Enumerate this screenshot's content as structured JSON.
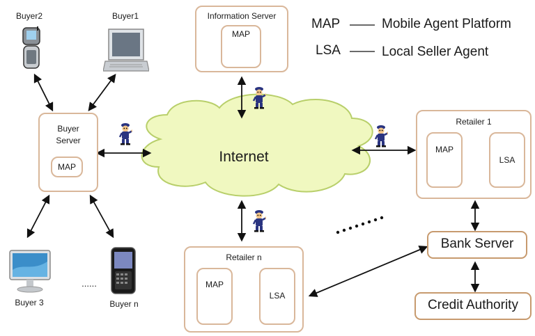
{
  "legend": {
    "map_abbr": "MAP",
    "map_full": "Mobile Agent Platform",
    "lsa_abbr": "LSA",
    "lsa_full": "Local Seller Agent"
  },
  "devices": {
    "buyer2": "Buyer2",
    "buyer1": "Buyer1",
    "buyer3": "Buyer 3",
    "buyern": "Buyer n",
    "ellipsis": "......"
  },
  "buyer_server": {
    "line1": "Buyer",
    "line2": "Server",
    "map": "MAP"
  },
  "info_server": {
    "title": "Information Server",
    "map": "MAP"
  },
  "internet": {
    "label": "Internet"
  },
  "retailer1": {
    "title": "Retailer 1",
    "map": "MAP",
    "lsa": "LSA"
  },
  "retailern": {
    "title": "Retailer n",
    "map": "MAP",
    "lsa": "LSA"
  },
  "bank_server": {
    "label": "Bank Server"
  },
  "credit_authority": {
    "label": "Credit Authority"
  },
  "colors": {
    "box_border": "#d9b79a",
    "cloud_fill": "#f0f8c0",
    "cloud_stroke": "#b8cf6a",
    "agent_body": "#2a3480"
  },
  "icons": [
    "flip-phone-icon",
    "laptop-icon",
    "monitor-icon",
    "smartphone-icon",
    "mobile-agent-icon",
    "cloud-icon"
  ]
}
